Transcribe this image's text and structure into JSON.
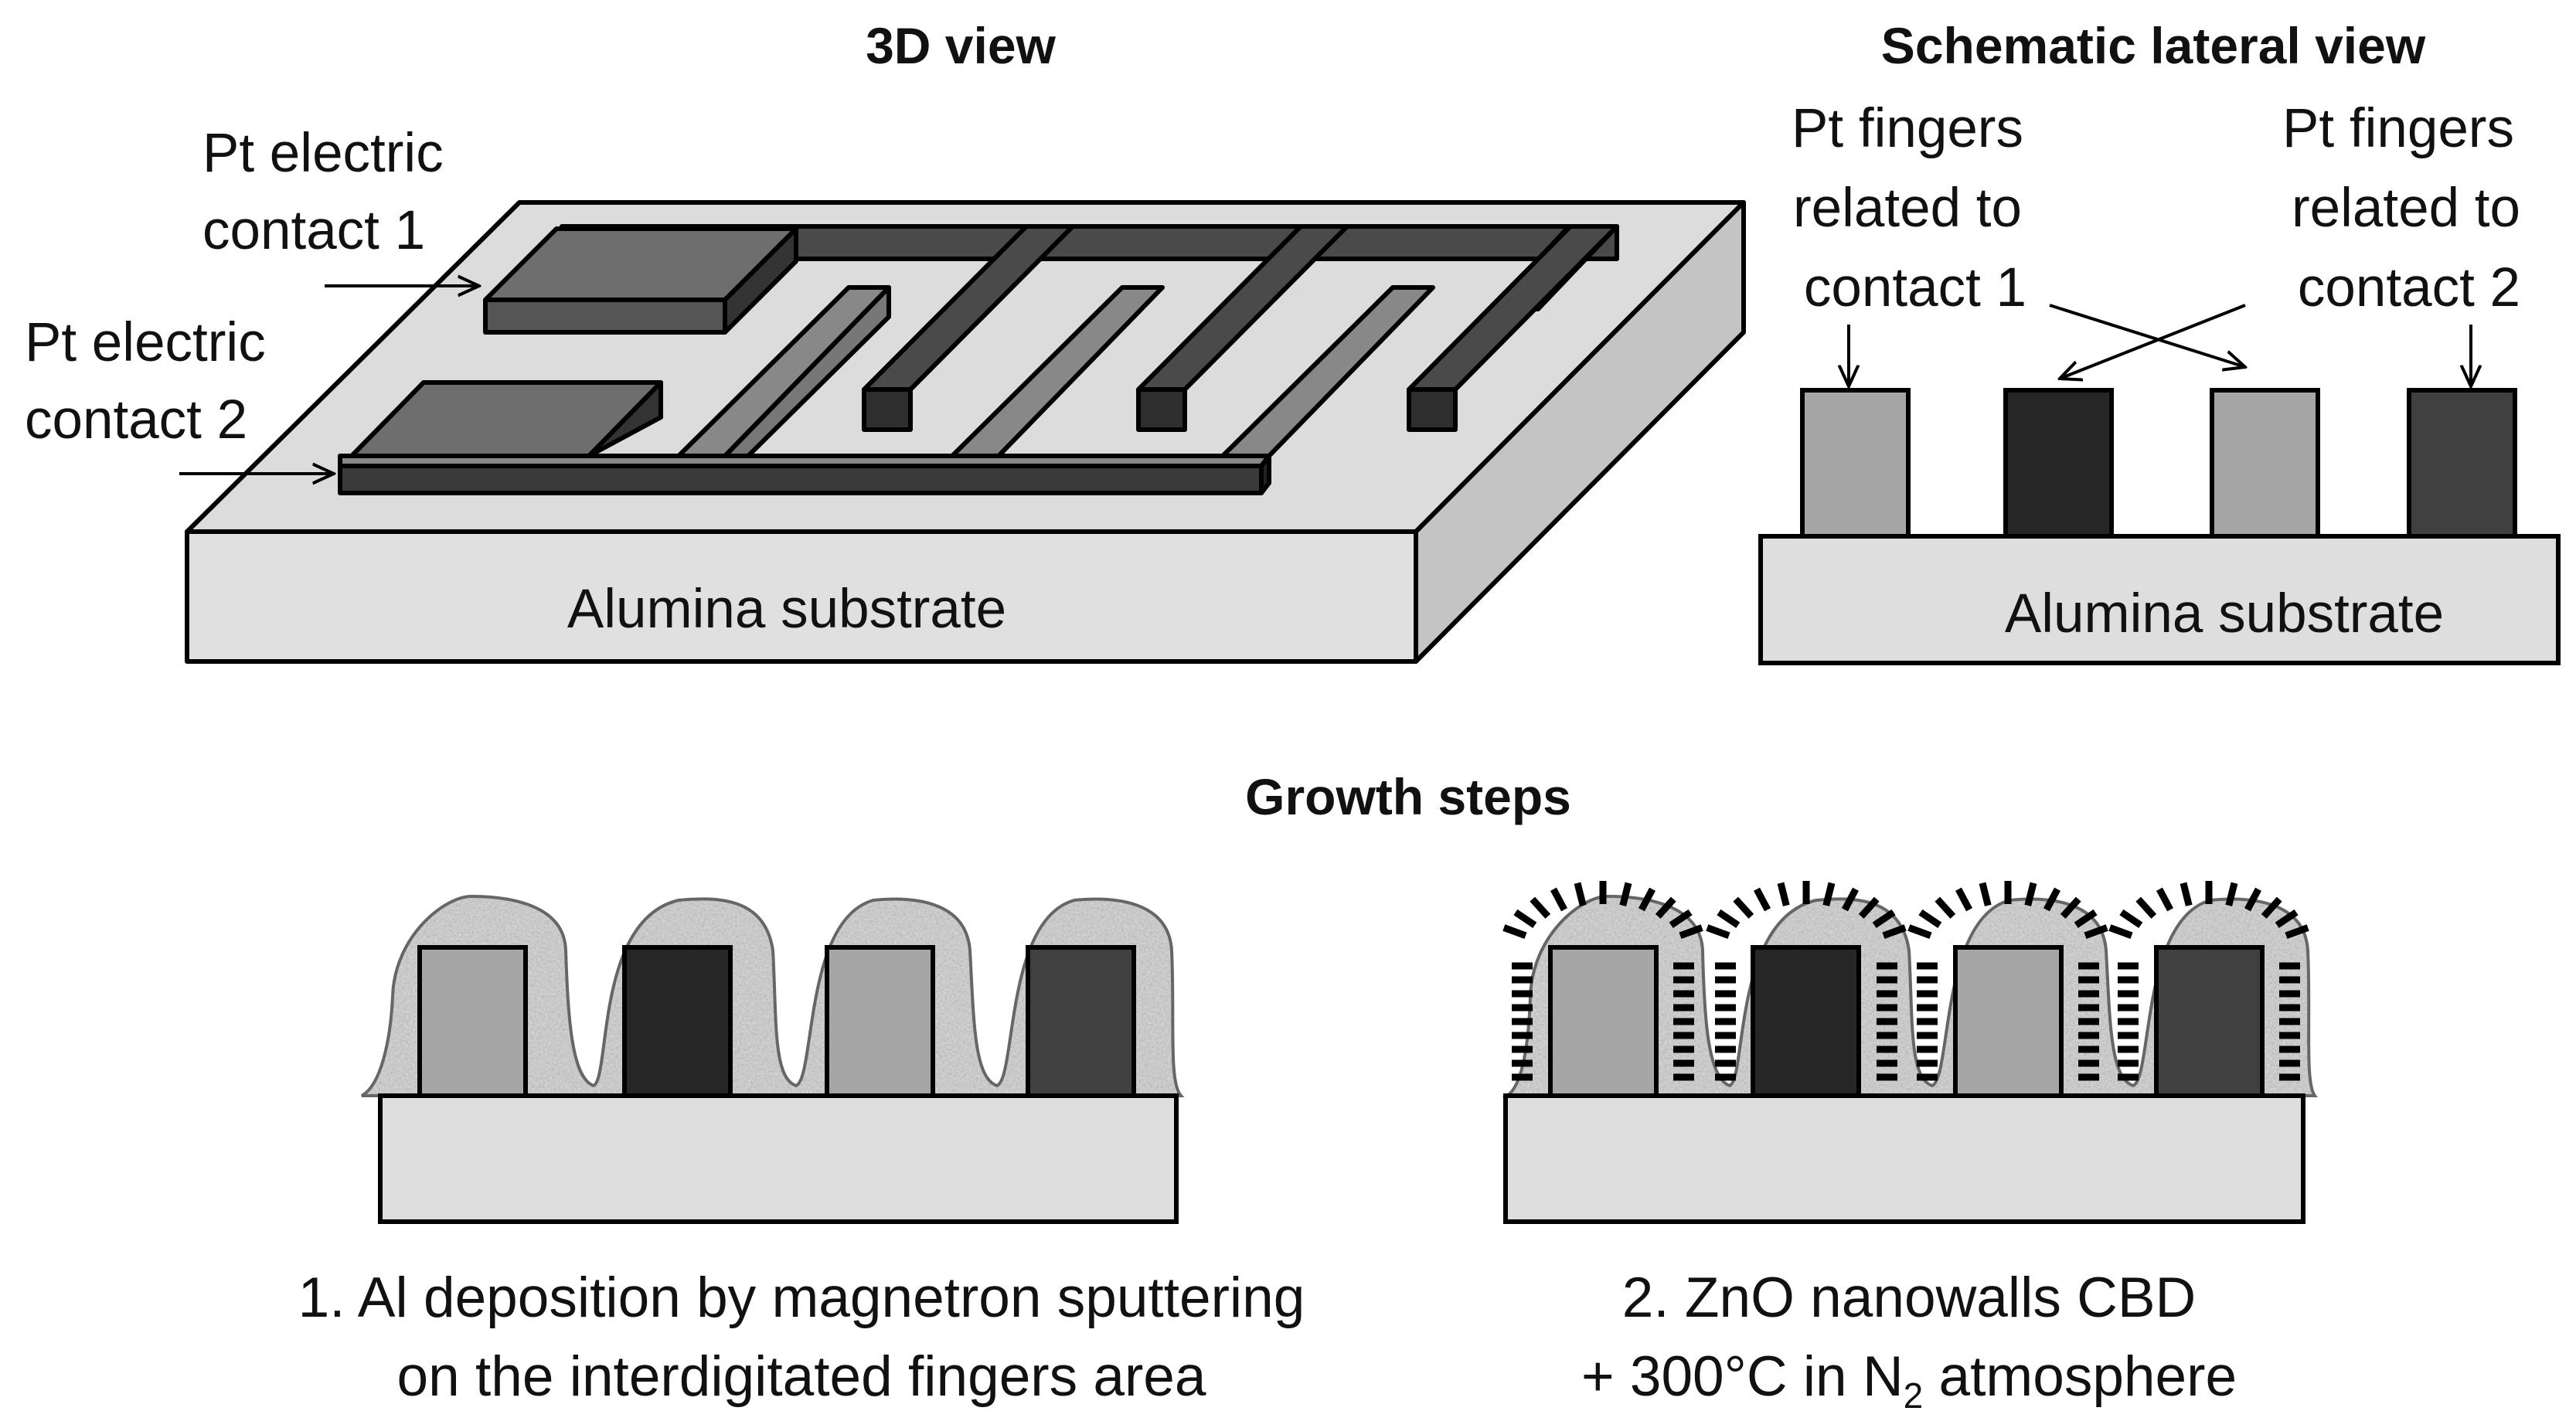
{
  "titles": {
    "view_3d": "3D view",
    "lateral": "Schematic lateral view",
    "growth": "Growth steps"
  },
  "view_3d": {
    "contact1_line1": "Pt electric",
    "contact1_line2": "contact 1",
    "contact2_line1": "Pt electric",
    "contact2_line2": "contact 2",
    "substrate": "Alumina substrate"
  },
  "lateral": {
    "left_line1": "Pt fingers",
    "left_line2": "related to",
    "left_line3": "contact 1",
    "right_line1": "Pt fingers",
    "right_line2": "related to",
    "right_line3": "contact 2",
    "substrate": "Alumina substrate"
  },
  "steps": {
    "step1_line1": "1. Al deposition by magnetron sputtering",
    "step1_line2": "on the interdigitated fingers area",
    "step2_line1": "2. ZnO nanowalls  CBD",
    "step2_line2_pre": "+ 300°C in N",
    "step2_line2_sub": "2",
    "step2_line2_post": " atmosphere"
  },
  "colors": {
    "substrate": "#dedede",
    "finger_contact1": "#a6a6a6",
    "finger_contact2_dark": "#262626",
    "finger_contact2": "#404040",
    "electrode": "#3a3a3a",
    "pad": "#666666",
    "al_layer": "#b8b8b8"
  }
}
